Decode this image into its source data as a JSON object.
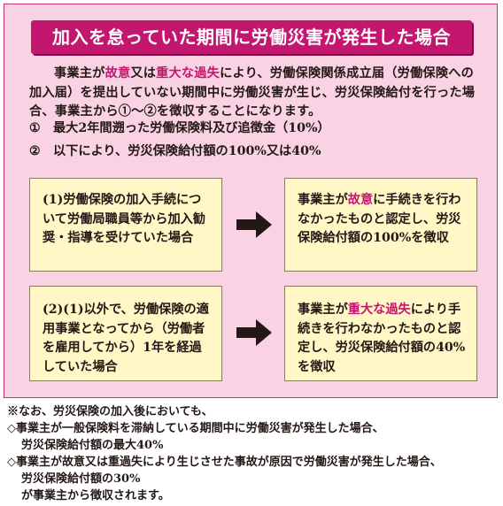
{
  "title": "加入を怠っていた期間に労働災害が発生した場合",
  "intro": {
    "p1": "事業主が",
    "em1": "故意",
    "p2": "又は",
    "em2": "重大な過失",
    "p3": "により、労働保険関係成立届（労働保険への加入届）を提出していない期間中に労働災害が生じ、労災保険給付を行った場合、事業主から①～②を徴収することになります。"
  },
  "items": [
    {
      "num": "①",
      "text": "最大2年間遡った労働保険料及び追徴金（10%）"
    },
    {
      "num": "②",
      "text": "以下により、労災保険給付額の100%又は40%"
    }
  ],
  "case1": {
    "condition": "(1)労働保険の加入手続について労働局職員等から加入勧奨・指導を受けていた場合",
    "result_pre": "事業主が",
    "result_em": "故意",
    "result_post": "に手続きを行わなかったものと認定し、労災保険給付額の100%を徴収"
  },
  "case2": {
    "condition": "(2)(1)以外で、労働保険の適用事業となってから（労働者を雇用してから）1年を経過していた場合",
    "result_pre": "事業主が",
    "result_em": "重大な過失",
    "result_post": "により手続きを行わなかったものと認定し、労災保険給付額の40%を徴収"
  },
  "notes": {
    "line1": "※なお、労災保険の加入後においても、",
    "line2": "◇事業主が一般保険料を滞納している期間中に労働災害が発生した場合、",
    "line3": "労災保険給付額の最大40%",
    "line4": "◇事業主が故意又は重過失により生じさせた事故が原因で労働災害が発生した場合、",
    "line5": "労災保険給付額の30%",
    "line6": "が事業主から徴収されます。"
  },
  "colors": {
    "accent": "#c3166e",
    "panel": "#f9d3e4",
    "box": "#fff7c5"
  },
  "icons": {
    "arrow": "arrow-right-icon"
  }
}
